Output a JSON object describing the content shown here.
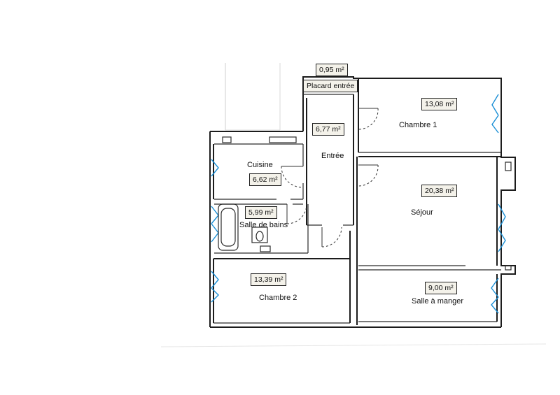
{
  "rooms": [
    {
      "id": "placard",
      "name": "Placard entrée",
      "area": "0,95 m²"
    },
    {
      "id": "entree",
      "name": "Entrée",
      "area": "6,77 m²"
    },
    {
      "id": "chambre1",
      "name": "Chambre 1",
      "area": "13,08 m²"
    },
    {
      "id": "cuisine",
      "name": "Cuisine",
      "area": "6,62 m²"
    },
    {
      "id": "sdb",
      "name": "Salle de bains",
      "area": "5,99 m²"
    },
    {
      "id": "sejour",
      "name": "Séjour",
      "area": "20,38 m²"
    },
    {
      "id": "chambre2",
      "name": "Chambre 2",
      "area": "13,39 m²"
    },
    {
      "id": "salle_manger",
      "name": "Salle à manger",
      "area": "9,00 m²"
    }
  ],
  "colors": {
    "wall": "#1c1c1c",
    "window": "#1a8fd6",
    "label_bg": "#f4f2ea"
  }
}
